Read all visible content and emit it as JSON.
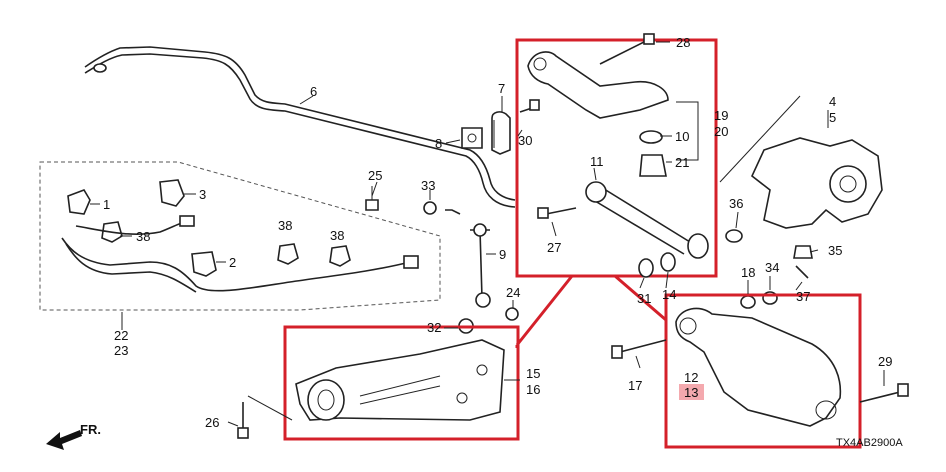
{
  "diagram": {
    "code": "TX4AB2900A",
    "direction_label": "FR.",
    "highlight_color": "#d4202a",
    "highlight_fill": "#f4a9ae",
    "callouts": [
      "1",
      "2",
      "3",
      "4",
      "5",
      "6",
      "7",
      "8",
      "9",
      "9",
      "10",
      "11",
      "12",
      "13",
      "14",
      "15",
      "16",
      "17",
      "18",
      "19",
      "20",
      "21",
      "22",
      "23",
      "24",
      "25",
      "26",
      "27",
      "28",
      "29",
      "30",
      "31",
      "32",
      "33",
      "34",
      "35",
      "36",
      "37",
      "38",
      "38",
      "38"
    ],
    "highlighted_callout": "13"
  }
}
